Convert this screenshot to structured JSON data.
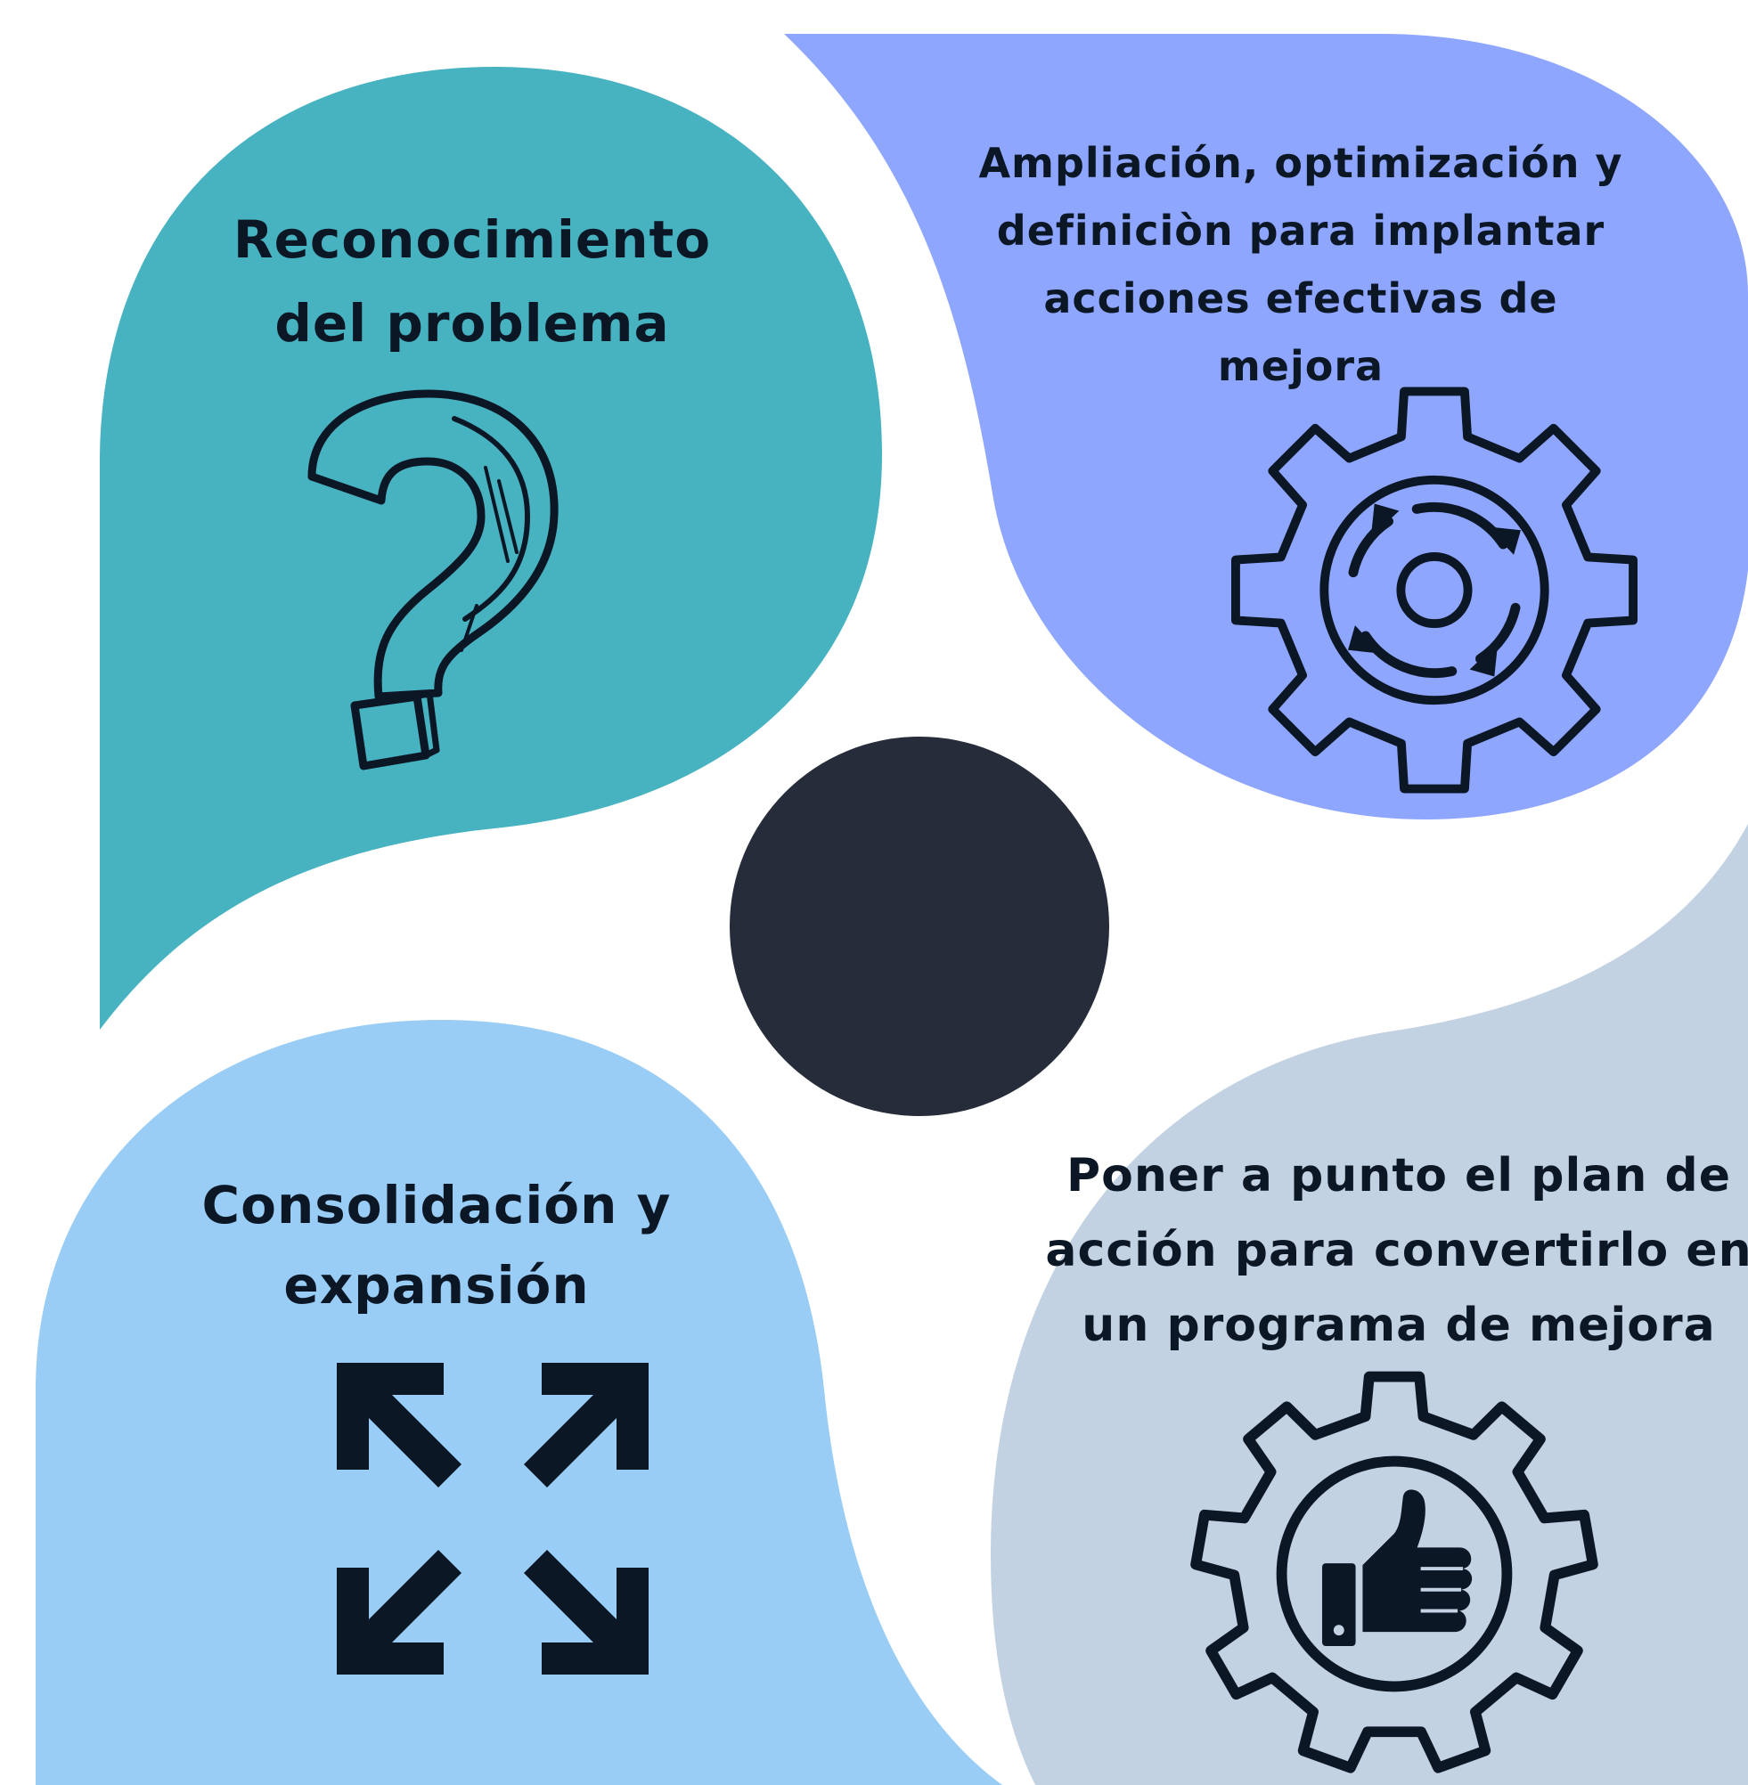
{
  "colors": {
    "background": "#ffffff",
    "teal": "#47b2c0",
    "periwinkle": "#8fa6ff",
    "light_blue": "#99cdf5",
    "gray_blue": "#c3d2e2",
    "center_dot": "#262c3a",
    "ink": "#0c1726"
  },
  "quadrants": [
    {
      "id": "top-left",
      "lines": [
        "Reconocimiento",
        "del problema"
      ],
      "icon": "question-mark-icon"
    },
    {
      "id": "top-right",
      "lines": [
        "Ampliación, optimización y",
        "definiciòn para implantar",
        "acciones efectivas de",
        "mejora"
      ],
      "icon": "gear-cycle-icon"
    },
    {
      "id": "bottom-left",
      "lines": [
        "Consolidación y",
        "expansión"
      ],
      "icon": "expand-arrows-icon"
    },
    {
      "id": "bottom-right",
      "lines": [
        "Poner a punto el plan de",
        "acción para convertirlo en",
        "un programa de mejora"
      ],
      "icon": "gear-thumbs-up-icon"
    }
  ]
}
